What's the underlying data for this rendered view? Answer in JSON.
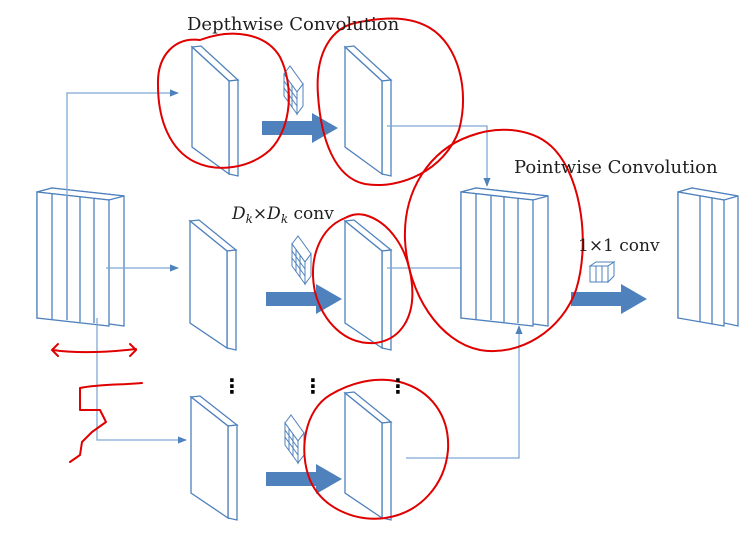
{
  "diagram": {
    "title_depthwise": "Depthwise Convolution",
    "title_pointwise": "Pointwise Convolution",
    "kernel_label": {
      "d": "D",
      "k": "k",
      "times": "×",
      "conv": "conv"
    },
    "pointwise_kernel_label": "1×1 conv",
    "ellipsis": "⋮",
    "colors": {
      "stroke": "#4f81bd",
      "fill": "#ffffff",
      "arrow": "#4f81bd",
      "connector": "#7fa7d6",
      "annotation": "#e00000",
      "text": "#1e1e1e"
    }
  }
}
